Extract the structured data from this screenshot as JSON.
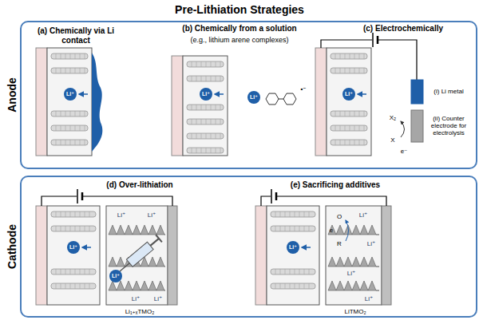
{
  "diagram": {
    "title": "Pre-Lithiation Strategies",
    "nodes": [
      {
        "text": [
          "Anode"
        ]
      },
      {
        "text": [
          "Cathode"
        ]
      }
    ],
    "labels": [
      "(a) Chemically via Li contact",
      "Li⁺",
      "(b) Chemically from a solution",
      "(e.g., lithium arene complexes)",
      "Li⁺",
      "Li⁺",
      "•⁻",
      "(c) Electrochemically",
      "Li⁺",
      "(i) Li metal",
      "(ii) Counter electrode for electrolysis",
      "X₂",
      "X",
      "e⁻",
      "(d) Over-lithiation",
      "Li⁺",
      "Li⁺",
      "Li⁺",
      "Li⁺",
      "Li⁺",
      "Li⁺",
      "Li₁₊ₓTMO₂",
      "(e) Sacrificing additives",
      "Li⁺",
      "O",
      "R",
      "e",
      "Li⁺",
      "Li⁺",
      "Li⁺",
      "Li⁺",
      "LiTMO₂"
    ]
  }
}
